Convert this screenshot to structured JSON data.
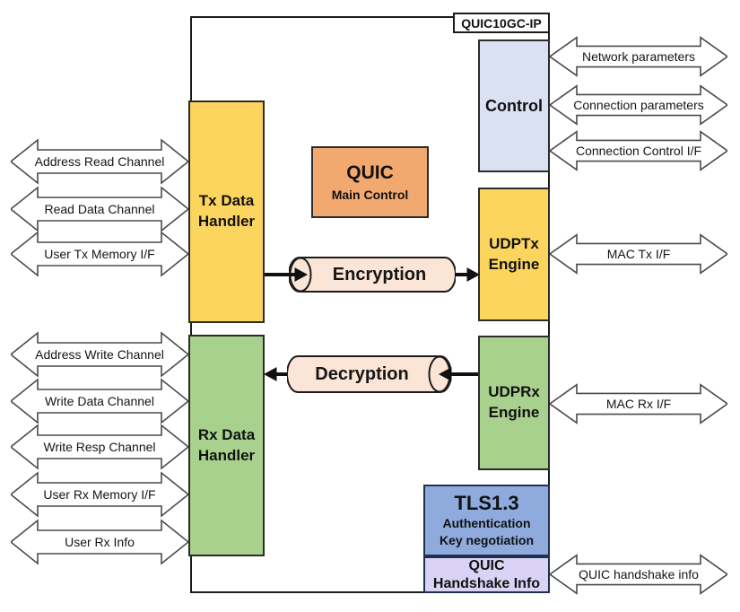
{
  "diagram": {
    "title": "QUIC10GC-IP",
    "blocks": {
      "control": {
        "label": "Control"
      },
      "tx_data_handler": {
        "line1": "Tx Data",
        "line2": "Handler"
      },
      "rx_data_handler": {
        "line1": "Rx Data",
        "line2": "Handler"
      },
      "udptx_engine": {
        "line1": "UDPTx",
        "line2": "Engine"
      },
      "udprx_engine": {
        "line1": "UDPRx",
        "line2": "Engine"
      },
      "quic_main_control": {
        "line1": "QUIC",
        "line2": "Main Control"
      },
      "encryption": {
        "label": "Encryption"
      },
      "decryption": {
        "label": "Decryption"
      },
      "tls13": {
        "line1": "TLS1.3",
        "line2": "Authentication",
        "line3": "Key negotiation"
      },
      "quic_handshake_info": {
        "line1": "QUIC",
        "line2": "Handshake Info"
      }
    },
    "left_interfaces": [
      {
        "label": "Address Read Channel"
      },
      {
        "label": "Read Data Channel"
      },
      {
        "label": "User Tx Memory I/F"
      },
      {
        "label": "Address Write Channel"
      },
      {
        "label": "Write Data Channel"
      },
      {
        "label": "Write Resp Channel"
      },
      {
        "label": "User Rx Memory I/F"
      },
      {
        "label": "User Rx Info"
      }
    ],
    "right_interfaces": [
      {
        "label": "Network parameters"
      },
      {
        "label": "Connection parameters"
      },
      {
        "label": "Connection Control I/F"
      },
      {
        "label": "MAC Tx I/F"
      },
      {
        "label": "MAC Rx I/F"
      },
      {
        "label": "QUIC handshake info"
      }
    ],
    "colors": {
      "yellow_block": "#FCD55F",
      "green_block": "#A9D18E",
      "orange_block": "#F2A96F",
      "cylinder_fill": "#FBE5D6",
      "control_block": "#DAE1F3",
      "tls_block": "#8FAADC",
      "handshake_block": "#DAD3F5",
      "arrow_outline": "#4a4a4a",
      "flow_arrow": "#111111"
    }
  }
}
